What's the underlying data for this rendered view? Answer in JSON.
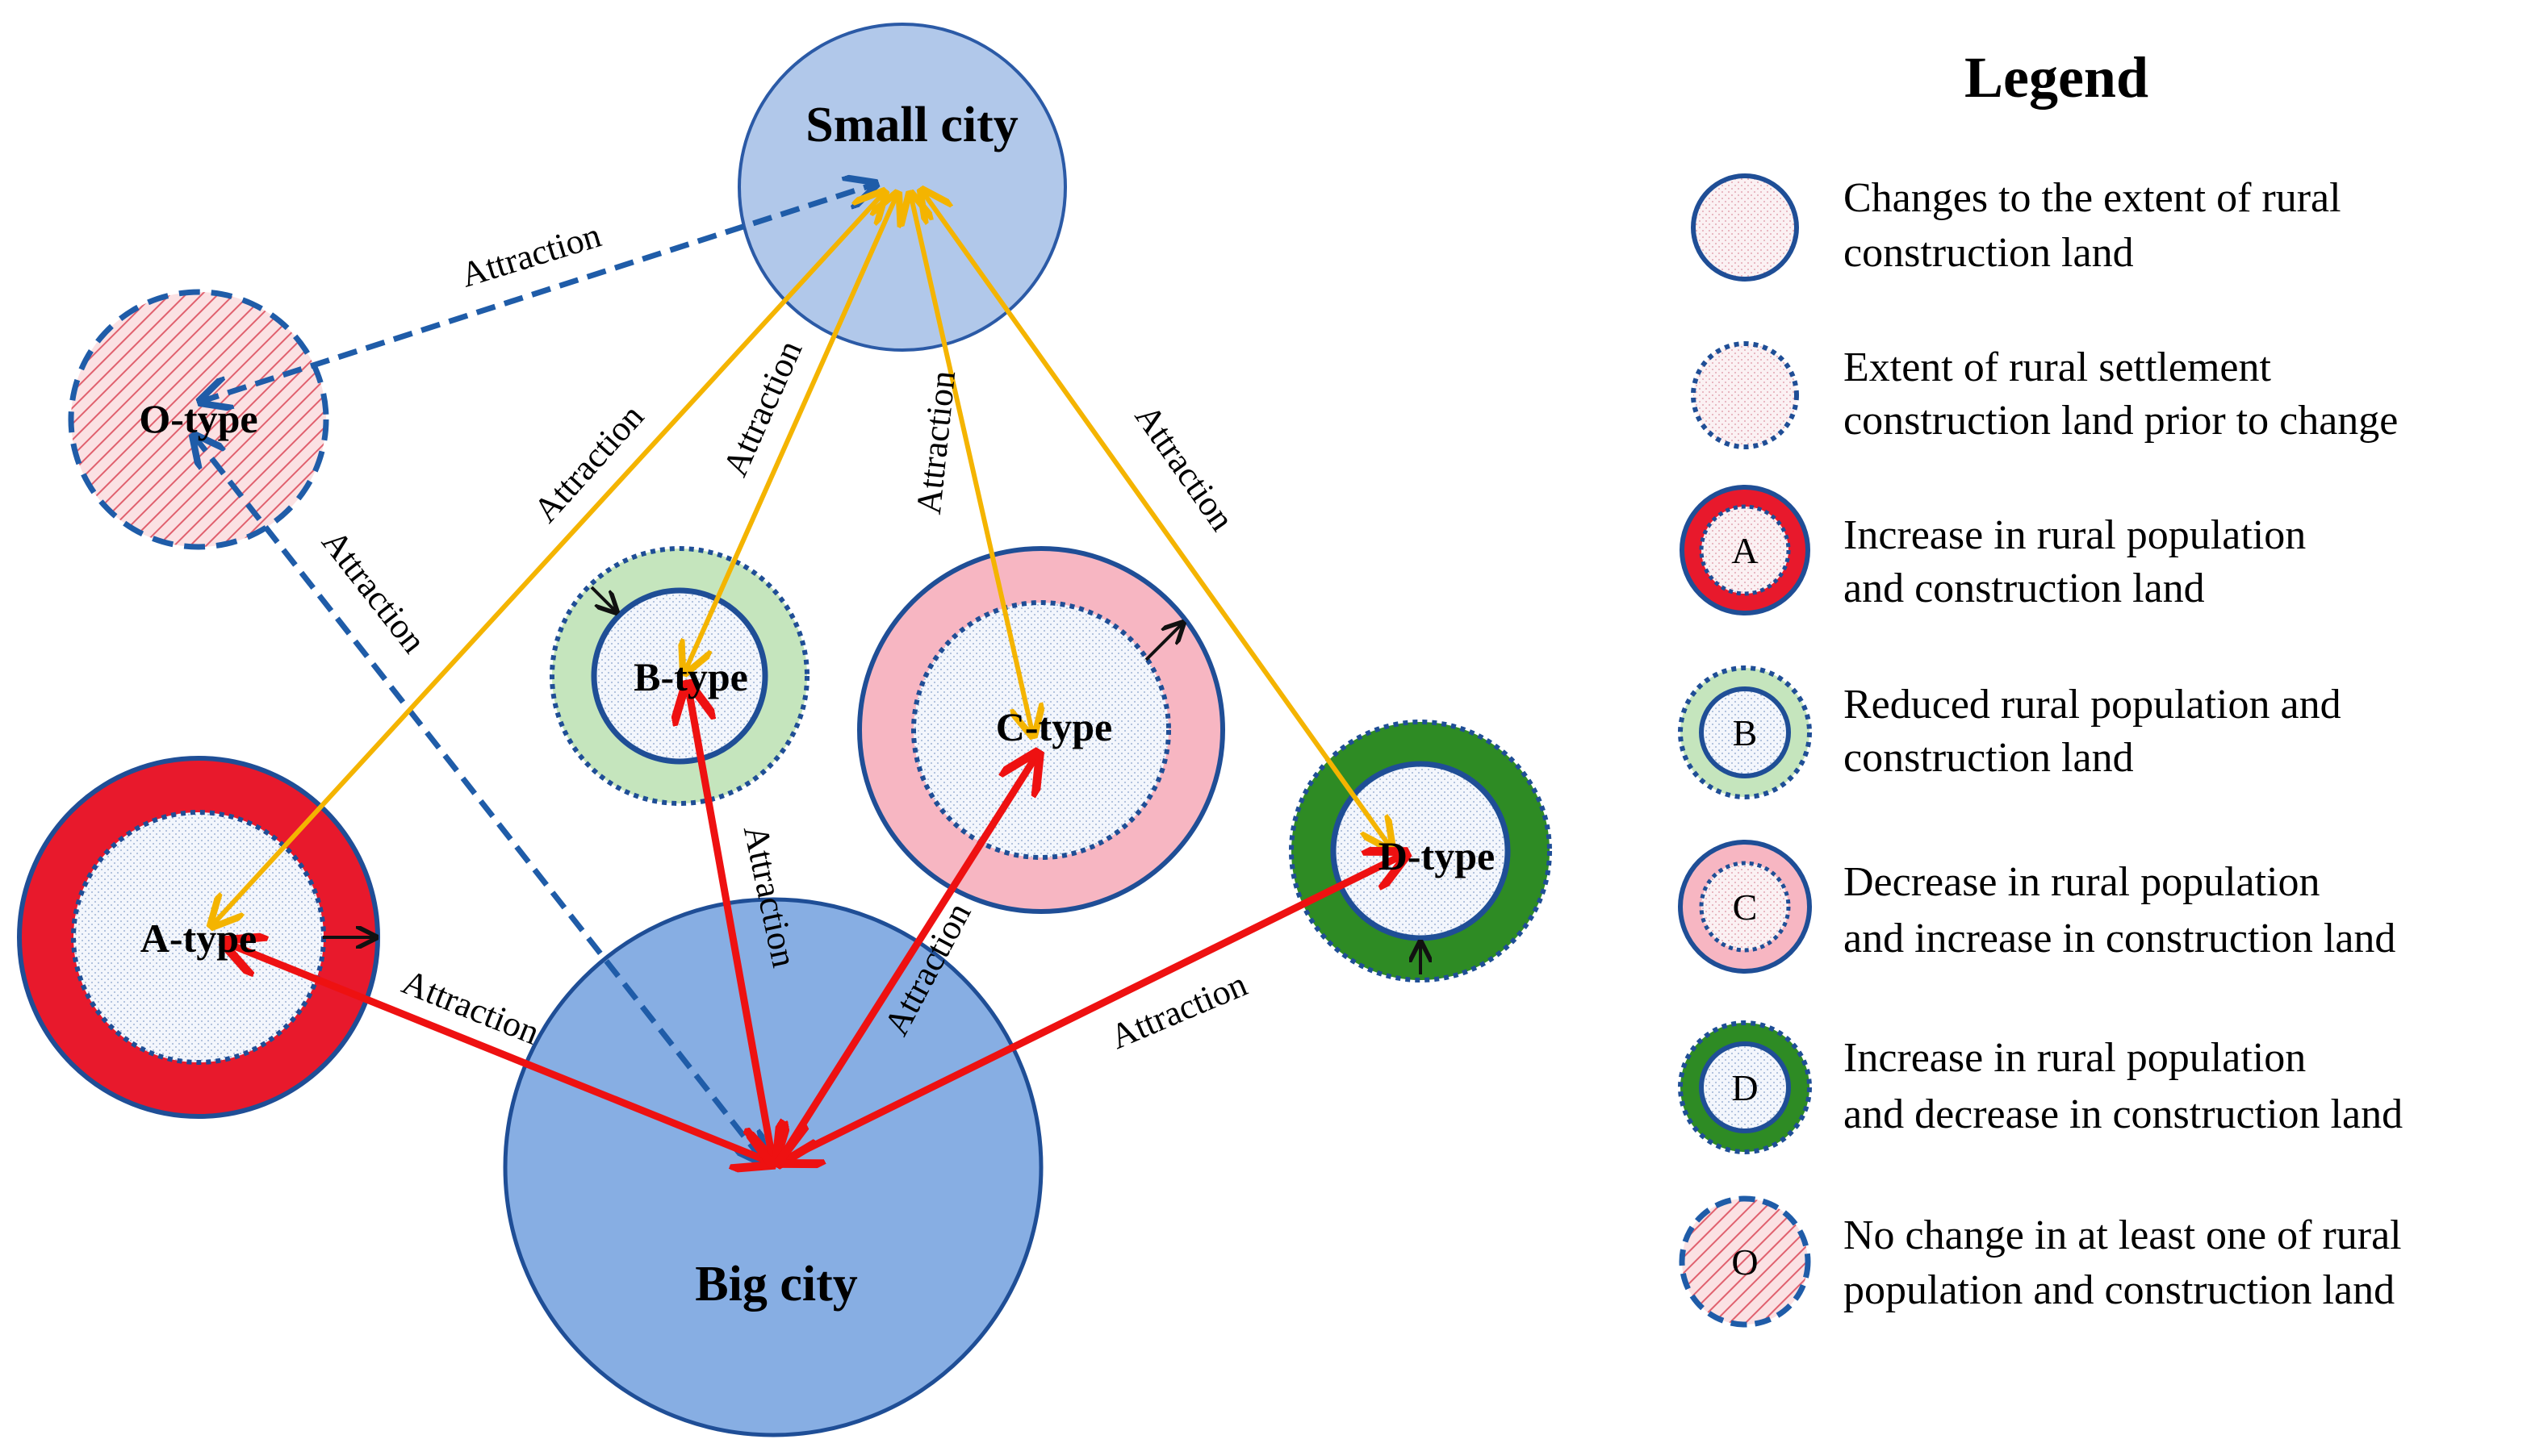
{
  "nodes": {
    "small_city": "Small city",
    "big_city": "Big city",
    "o_type": "O-type",
    "a_type": "A-type",
    "b_type": "B-type",
    "c_type": "C-type",
    "d_type": "D-type"
  },
  "edge_label": "Attraction",
  "legend": {
    "title": "Legend",
    "items": [
      {
        "letter": "",
        "line1": "Changes to the extent of rural",
        "line2": "construction land"
      },
      {
        "letter": "",
        "line1": "Extent of rural settlement",
        "line2": "construction land prior to change"
      },
      {
        "letter": "A",
        "line1": "Increase in rural population",
        "line2": "and construction land"
      },
      {
        "letter": "B",
        "line1": "Reduced rural population and",
        "line2": "construction land"
      },
      {
        "letter": "C",
        "line1": "Decrease in rural population",
        "line2": "and increase in construction land"
      },
      {
        "letter": "D",
        "line1": "Increase in rural population",
        "line2": "and decrease in construction land"
      },
      {
        "letter": "O",
        "line1": "No change in at least one of rural",
        "line2": "population and construction land"
      }
    ]
  },
  "colors": {
    "small_city": "#b1c8ea",
    "big_city": "#87aee3",
    "outline_blue": "#1f4e96",
    "red_ring": "#e8192c",
    "green_light": "#c5e5bd",
    "pink_ring": "#f7b6c2",
    "green_dark": "#2e8b24",
    "arrow_yellow": "#f4b400",
    "arrow_red": "#ee1111",
    "arrow_blue_dashed": "#1f5ca8",
    "dot_fill": "#eef3fb"
  }
}
